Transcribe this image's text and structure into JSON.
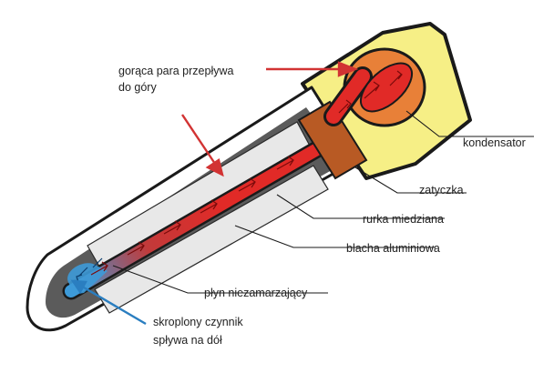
{
  "labels": {
    "hot_vapor_line1": "gorąca para przepływa",
    "hot_vapor_line2": "do góry",
    "condenser": "kondensator",
    "plug": "zatyczka",
    "copper_pipe": "rurka miedziana",
    "aluminium_sheet": "blacha aluminiowa",
    "antifreeze_fluid": "płyn niezamarzający",
    "condensed_line1": "skroplony czynnik",
    "condensed_line2": "spływa na dół"
  },
  "colors": {
    "vapor_red": "#e12a27",
    "condensate_blue": "#3d9ad8",
    "manifold_yellow": "#f6ef86",
    "plug_brown": "#b85a24",
    "bulb_orange": "#e88038",
    "arrow_red": "#d23333",
    "arrow_blue": "#2a7ec0"
  }
}
